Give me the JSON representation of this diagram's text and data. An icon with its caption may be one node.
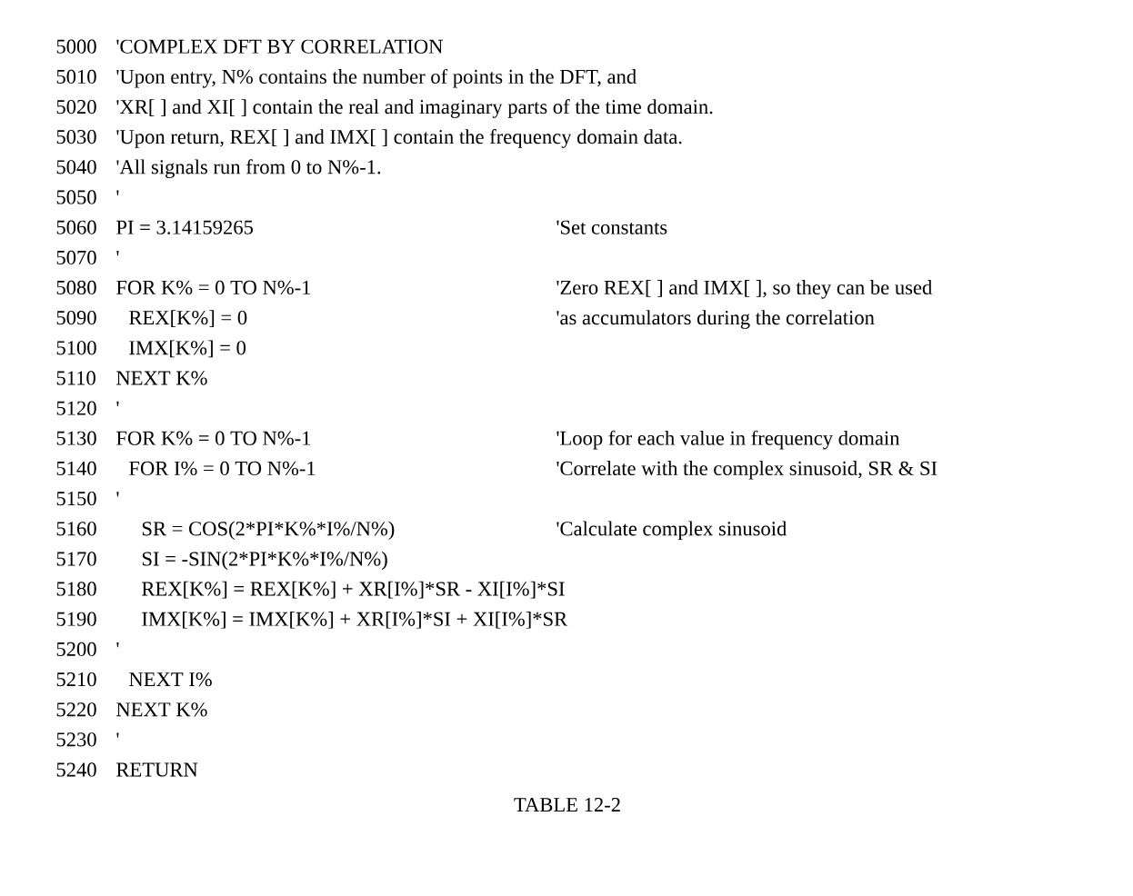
{
  "diagram": {
    "caption": "TABLE 12-2",
    "labels": [
      "5000",
      "'COMPLEX DFT BY CORRELATION",
      "5010",
      "'Upon entry, N% contains the number of points in the DFT, and",
      "5020",
      "'XR[ ] and XI[ ] contain the real and imaginary parts of the time domain.",
      "5030",
      "'Upon return, REX[ ] and IMX[ ] contain the frequency domain data.",
      "5040",
      "'All signals run from 0 to N%-1.",
      "5050",
      "'",
      "5060",
      "PI = 3.14159265",
      "'Set constants",
      "5070",
      "'",
      "5080",
      "FOR K% = 0 TO N%-1",
      "'Zero REX[ ] and IMX[ ], so they can be used",
      "5090",
      "REX[K%] = 0",
      "'as accumulators during the correlation",
      "5100",
      "IMX[K%] = 0",
      "5110",
      "NEXT K%",
      "5120",
      "'",
      "5130",
      "FOR K% = 0 TO N%-1",
      "'Loop for each value in frequency domain",
      "5140",
      "FOR I% = 0 TO N%-1",
      "'Correlate with the complex sinusoid, SR & SI",
      "5150",
      "'",
      "5160",
      "SR = COS(2*PI*K%*I%/N%)",
      "'Calculate complex sinusoid",
      "5170",
      "SI = -SIN(2*PI*K%*I%/N%)",
      "5180",
      "REX[K%] = REX[K%] + XR[I%]*SR - XI[I%]*SI",
      "5190",
      "IMX[K%] = IMX[K%] + XR[I%]*SI + XI[I%]*SR",
      "5200",
      "'",
      "5210",
      "NEXT I%",
      "5220",
      "NEXT K%",
      "5230",
      "'",
      "5240",
      "RETURN"
    ]
  }
}
